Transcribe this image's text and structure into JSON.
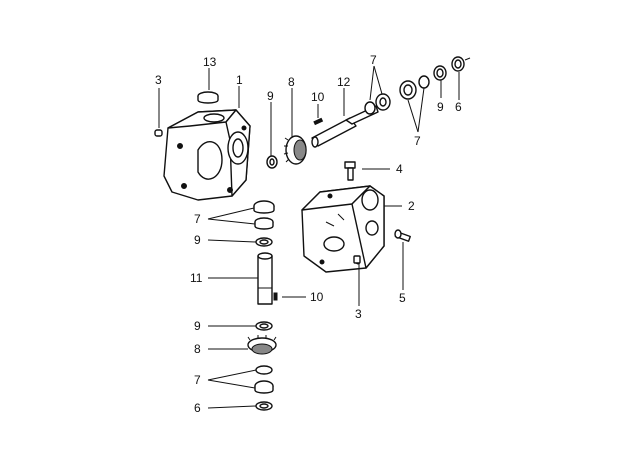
{
  "diagram": {
    "callouts": {
      "c1": "1",
      "c2": "2",
      "c3a": "3",
      "c3b": "3",
      "c4": "4",
      "c5": "5",
      "c6a": "6",
      "c6b": "6",
      "c7a": "7",
      "c7b": "7",
      "c7c": "7",
      "c7d": "7",
      "c8a": "8",
      "c8b": "8",
      "c9a": "9",
      "c9b": "9",
      "c9c": "9",
      "c9d": "9",
      "c10a": "10",
      "c10b": "10",
      "c11": "11",
      "c12": "12",
      "c13": "13"
    }
  }
}
